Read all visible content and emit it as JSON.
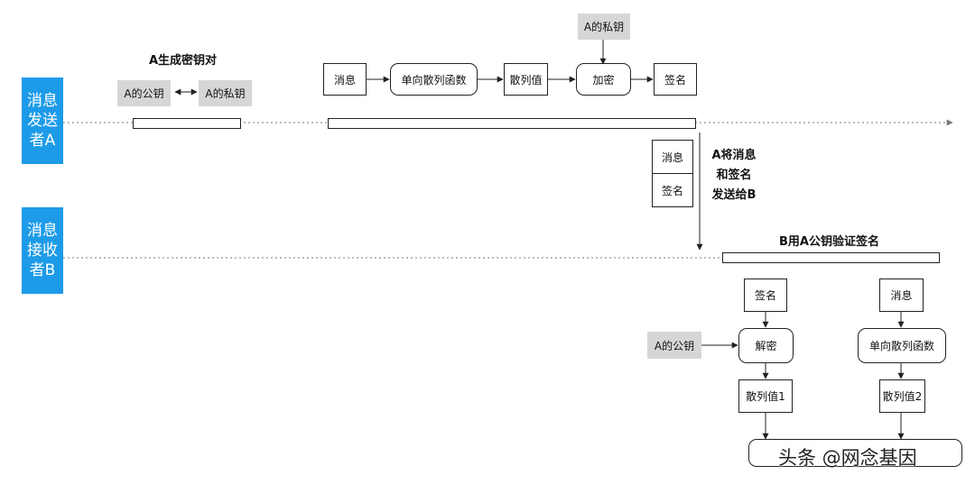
{
  "lanes": {
    "sender": "消息\n发送\n者A",
    "receiver": "消息\n接收\n者B"
  },
  "sender_side": {
    "keygen_title": "A生成密钥对",
    "public_key": "A的公钥",
    "private_key": "A的私钥",
    "sign_flow": {
      "private_key_input": "A的私钥",
      "message": "消息",
      "hash_function": "单向散列函数",
      "hash_value": "散列值",
      "encrypt": "加密",
      "signature": "签名"
    }
  },
  "transfer": {
    "message": "消息",
    "signature": "签名",
    "note": "A将消息\n和签名\n发送给B"
  },
  "receiver_side": {
    "verify_title": "B用A公钥验证签名",
    "signature": "签名",
    "message": "消息",
    "public_key_input": "A的公钥",
    "decrypt": "解密",
    "hash_function": "单向散列函数",
    "hash_value_1": "散列值1",
    "hash_value_2": "散列值2"
  },
  "watermark": "头条 @网念基因"
}
